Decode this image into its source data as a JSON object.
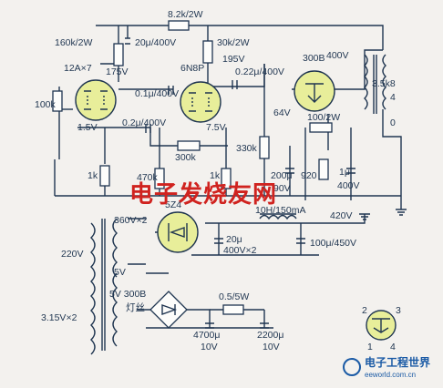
{
  "labels": {
    "r_plate1": "160k/2W",
    "r_82k": "8.2k/2W",
    "c_20u": "20μ/400V",
    "r_30k": "30k/2W",
    "tube1": "12A×7",
    "tube2": "6N8P",
    "tube3": "300B",
    "tube_rect": "5Z4",
    "v175": "175V",
    "v195": "195V",
    "v400": "400V",
    "c_022": "0.22μ/400V",
    "c_01": "0.1μ/400V",
    "c_02": "0.2μ/400V",
    "pot100k": "100k",
    "v15": "1.5V",
    "v75": "7.5V",
    "r300k": "300k",
    "r330k": "330k",
    "v64": "64V",
    "r100_2w": "100/2W",
    "xfmr_out": "3.5k8",
    "tap4": "4",
    "tap0": "0",
    "r1k_a": "1k",
    "r470k": "470k",
    "r1k_b": "1k",
    "c200u": "200μ",
    "r920": "920",
    "c1u": "1μ",
    "v90": "90V",
    "v400b": "400V",
    "watermark": "电子发烧友网",
    "v360": "360V×2",
    "choke": "10H/150mA",
    "v420": "420V",
    "v220": "220V",
    "c20u_b": "20μ",
    "c20u_b2": "400V×2",
    "c100u": "100μ/450V",
    "v5": "5V",
    "v5_300b": "5V 300B",
    "lamp": "灯丝",
    "r05": "0.5/5W",
    "v315": "3.15V×2",
    "c4700": "4700μ",
    "c4700v": "10V",
    "c2200": "2200μ",
    "c2200v": "10V",
    "pin2": "2",
    "pin3": "3",
    "pin1": "1",
    "pin4": "4",
    "logo": "电子工程世界",
    "logo_url": "eeworld.com.cn"
  },
  "colors": {
    "ink": "#1f3550",
    "tube_fill": "#e8ee9a",
    "watermark": "#d0231f",
    "logo": "#1a5aa5"
  }
}
